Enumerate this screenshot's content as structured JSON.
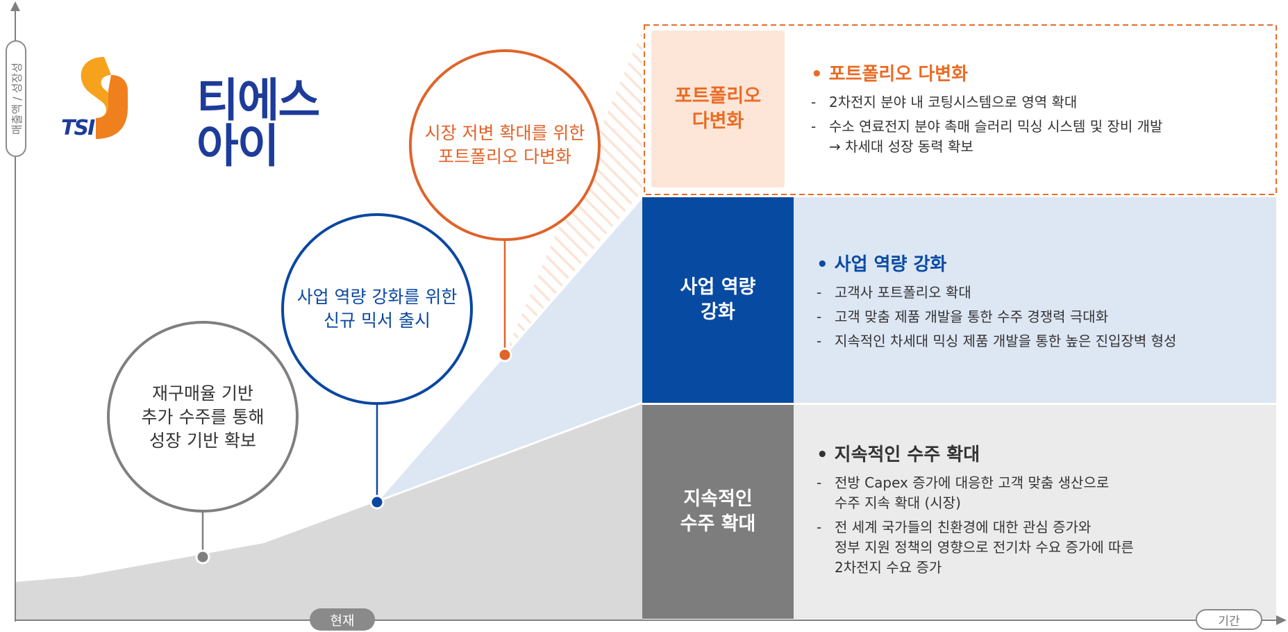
{
  "axes": {
    "y_label": "매출액 / 성장성",
    "x_label": "기간",
    "now_label": "현재"
  },
  "logo": {
    "name": "티에스아이",
    "abbr": "TSI"
  },
  "milestones": [
    {
      "lines": [
        "재구매율 기반",
        "추가 수주를 통해",
        "성장 기반 확보"
      ],
      "color": "#7f7f7f"
    },
    {
      "lines": [
        "사업 역량 강화를 위한",
        "신규 믹서 출시"
      ],
      "color": "#0a47a0"
    },
    {
      "lines": [
        "시장 저변 확대를 위한",
        "포트폴리오 다변화"
      ],
      "color": "#e0632a"
    }
  ],
  "tiers": {
    "portfolio": {
      "label": [
        "포트폴리오",
        "다변화"
      ],
      "heading": "• 포트폴리오 다변화",
      "items": [
        {
          "dash": "-",
          "lines": [
            "2차전지 분야 내  코팅시스템으로  영역 확대"
          ]
        },
        {
          "dash": "-",
          "lines": [
            "수소 연료전지 분야 촉매 슬러리 믹싱 시스템  및  장비 개발",
            "→ 차세대 성장 동력 확보"
          ]
        }
      ],
      "color": "#ea6b24"
    },
    "capability": {
      "label": [
        "사업 역량",
        "강화"
      ],
      "heading": "• 사업 역량 강화",
      "items": [
        {
          "dash": "-",
          "lines": [
            "고객사 포트폴리오 확대"
          ]
        },
        {
          "dash": "-",
          "lines": [
            "고객 맞춤 제품 개발을 통한 수주 경쟁력 극대화"
          ]
        },
        {
          "dash": "-",
          "lines": [
            "지속적인 차세대 믹싱 제품 개발을 통한 높은 진입장벽 형성"
          ]
        }
      ],
      "color": "#074aa2"
    },
    "orders": {
      "label": [
        "지속적인",
        "수주 확대"
      ],
      "heading": "• 지속적인 수주 확대",
      "items": [
        {
          "dash": "-",
          "lines": [
            "전방 Capex 증가에 대응한 고객 맞춤 생산으로",
            "수주 지속 확대 (시장)"
          ]
        },
        {
          "dash": "-",
          "lines": [
            "전 세계 국가들의 친환경에 대한 관심 증가와",
            "정부 지원 정책의 영향으로 전기차 수요 증가에 따른",
            "2차전지 수요 증가"
          ]
        }
      ],
      "color": "#7d7d7d"
    }
  },
  "colors": {
    "gray": "#7f7f7f",
    "blue": "#0a47a0",
    "orange": "#e0632a",
    "gray_fill": "#d9d9d9",
    "blue_fill": "#dde6f3",
    "panel_gray": "#ebebeb"
  }
}
